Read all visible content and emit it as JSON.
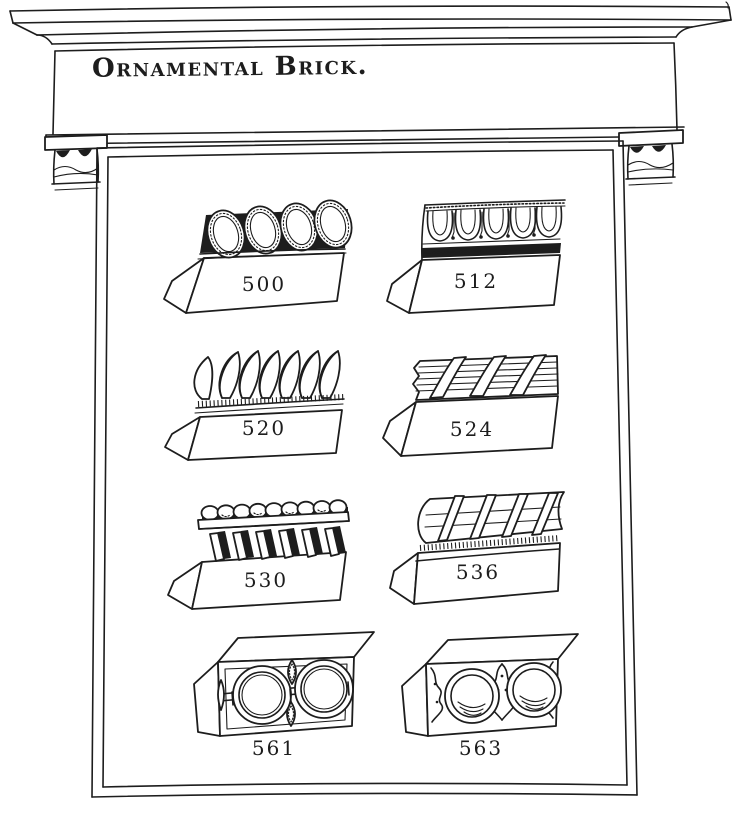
{
  "palette": {
    "paper": "#ffffff",
    "ink": "#1d1d1d"
  },
  "header": {
    "title": "Ornamental Brick."
  },
  "catalog": {
    "items": [
      {
        "number": "500",
        "pattern": "egg-and-dart"
      },
      {
        "number": "512",
        "pattern": "leaf-and-tongue"
      },
      {
        "number": "520",
        "pattern": "spiral-flute"
      },
      {
        "number": "524",
        "pattern": "ribbon-and-reed"
      },
      {
        "number": "530",
        "pattern": "bead-and-dentil"
      },
      {
        "number": "536",
        "pattern": "ribbon-wrapped-torus"
      },
      {
        "number": "561",
        "pattern": "double-ring-and-strap"
      },
      {
        "number": "563",
        "pattern": "double-ring-and-foliate"
      }
    ]
  }
}
